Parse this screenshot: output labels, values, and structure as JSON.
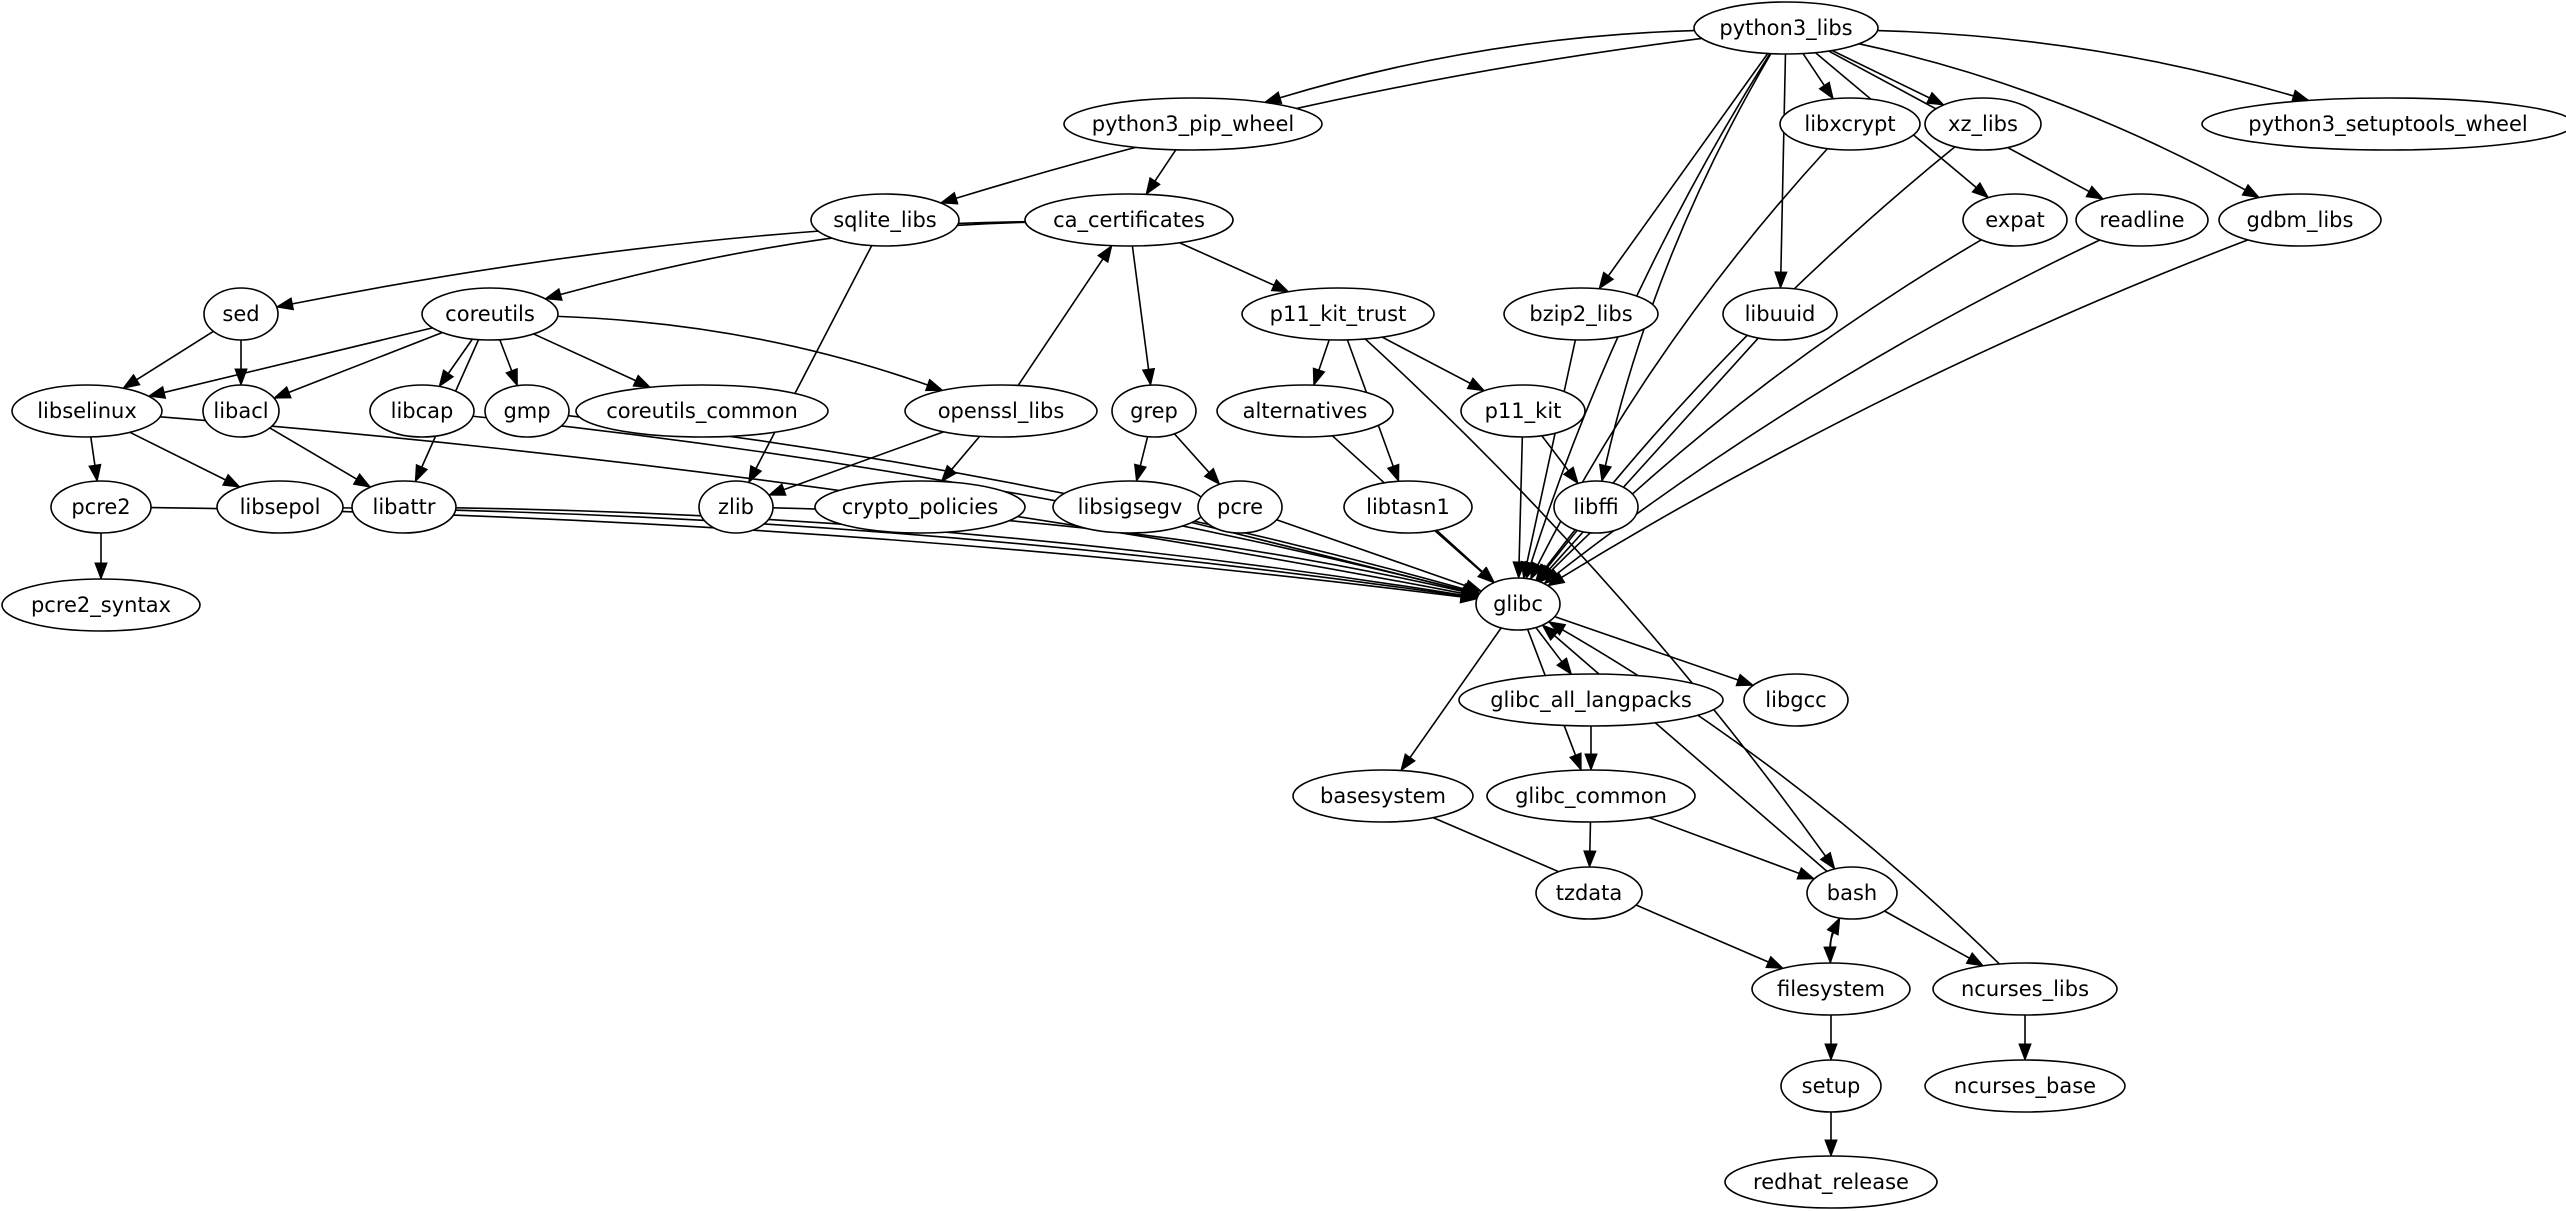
{
  "title": "Package dependency graph",
  "nodes": [
    {
      "id": "python3_libs",
      "label": "python3_libs"
    },
    {
      "id": "python3_pip_wheel",
      "label": "python3_pip_wheel"
    },
    {
      "id": "libxcrypt",
      "label": "libxcrypt"
    },
    {
      "id": "xz_libs",
      "label": "xz_libs"
    },
    {
      "id": "python3_setuptools_wheel",
      "label": "python3_setuptools_wheel"
    },
    {
      "id": "sqlite_libs",
      "label": "sqlite_libs"
    },
    {
      "id": "ca_certificates",
      "label": "ca_certificates"
    },
    {
      "id": "expat",
      "label": "expat"
    },
    {
      "id": "readline",
      "label": "readline"
    },
    {
      "id": "gdbm_libs",
      "label": "gdbm_libs"
    },
    {
      "id": "sed",
      "label": "sed"
    },
    {
      "id": "coreutils",
      "label": "coreutils"
    },
    {
      "id": "p11_kit_trust",
      "label": "p11_kit_trust"
    },
    {
      "id": "bzip2_libs",
      "label": "bzip2_libs"
    },
    {
      "id": "libuuid",
      "label": "libuuid"
    },
    {
      "id": "libselinux",
      "label": "libselinux"
    },
    {
      "id": "libacl",
      "label": "libacl"
    },
    {
      "id": "libcap",
      "label": "libcap"
    },
    {
      "id": "gmp",
      "label": "gmp"
    },
    {
      "id": "coreutils_common",
      "label": "coreutils_common"
    },
    {
      "id": "openssl_libs",
      "label": "openssl_libs"
    },
    {
      "id": "grep",
      "label": "grep"
    },
    {
      "id": "alternatives",
      "label": "alternatives"
    },
    {
      "id": "p11_kit",
      "label": "p11_kit"
    },
    {
      "id": "pcre2",
      "label": "pcre2"
    },
    {
      "id": "libsepol",
      "label": "libsepol"
    },
    {
      "id": "libattr",
      "label": "libattr"
    },
    {
      "id": "zlib",
      "label": "zlib"
    },
    {
      "id": "crypto_policies",
      "label": "crypto_policies"
    },
    {
      "id": "libsigsegv",
      "label": "libsigsegv"
    },
    {
      "id": "pcre",
      "label": "pcre"
    },
    {
      "id": "libtasn1",
      "label": "libtasn1"
    },
    {
      "id": "libffi",
      "label": "libffi"
    },
    {
      "id": "pcre2_syntax",
      "label": "pcre2_syntax"
    },
    {
      "id": "glibc",
      "label": "glibc"
    },
    {
      "id": "glibc_all_langpacks",
      "label": "glibc_all_langpacks"
    },
    {
      "id": "libgcc",
      "label": "libgcc"
    },
    {
      "id": "basesystem",
      "label": "basesystem"
    },
    {
      "id": "glibc_common",
      "label": "glibc_common"
    },
    {
      "id": "tzdata",
      "label": "tzdata"
    },
    {
      "id": "bash",
      "label": "bash"
    },
    {
      "id": "filesystem",
      "label": "filesystem"
    },
    {
      "id": "ncurses_libs",
      "label": "ncurses_libs"
    },
    {
      "id": "setup",
      "label": "setup"
    },
    {
      "id": "ncurses_base",
      "label": "ncurses_base"
    },
    {
      "id": "redhat_release",
      "label": "redhat_release"
    }
  ],
  "edges": [
    [
      "python3_libs",
      "python3_pip_wheel"
    ],
    [
      "python3_libs",
      "libxcrypt"
    ],
    [
      "python3_libs",
      "xz_libs"
    ],
    [
      "python3_libs",
      "python3_setuptools_wheel"
    ],
    [
      "python3_libs",
      "sqlite_libs"
    ],
    [
      "python3_libs",
      "expat"
    ],
    [
      "python3_libs",
      "readline"
    ],
    [
      "python3_libs",
      "gdbm_libs"
    ],
    [
      "python3_libs",
      "bzip2_libs"
    ],
    [
      "python3_libs",
      "libuuid"
    ],
    [
      "python3_libs",
      "libffi"
    ],
    [
      "python3_libs",
      "glibc"
    ],
    [
      "python3_pip_wheel",
      "ca_certificates"
    ],
    [
      "ca_certificates",
      "sed"
    ],
    [
      "ca_certificates",
      "coreutils"
    ],
    [
      "ca_certificates",
      "p11_kit_trust"
    ],
    [
      "ca_certificates",
      "grep"
    ],
    [
      "openssl_libs",
      "ca_certificates"
    ],
    [
      "sqlite_libs",
      "zlib"
    ],
    [
      "sed",
      "libselinux"
    ],
    [
      "sed",
      "libacl"
    ],
    [
      "coreutils",
      "libselinux"
    ],
    [
      "coreutils",
      "libacl"
    ],
    [
      "coreutils",
      "libattr"
    ],
    [
      "coreutils",
      "libcap"
    ],
    [
      "coreutils",
      "gmp"
    ],
    [
      "coreutils",
      "coreutils_common"
    ],
    [
      "coreutils",
      "openssl_libs"
    ],
    [
      "libselinux",
      "pcre2"
    ],
    [
      "libselinux",
      "libsepol"
    ],
    [
      "libselinux",
      "glibc"
    ],
    [
      "libacl",
      "libattr"
    ],
    [
      "pcre2",
      "pcre2_syntax"
    ],
    [
      "pcre2",
      "glibc"
    ],
    [
      "libsepol",
      "glibc"
    ],
    [
      "libattr",
      "glibc"
    ],
    [
      "libcap",
      "glibc"
    ],
    [
      "gmp",
      "glibc"
    ],
    [
      "zlib",
      "glibc"
    ],
    [
      "openssl_libs",
      "zlib"
    ],
    [
      "openssl_libs",
      "crypto_policies"
    ],
    [
      "grep",
      "libsigsegv"
    ],
    [
      "grep",
      "pcre"
    ],
    [
      "libsigsegv",
      "glibc"
    ],
    [
      "pcre",
      "glibc"
    ],
    [
      "p11_kit_trust",
      "alternatives"
    ],
    [
      "p11_kit_trust",
      "libtasn1"
    ],
    [
      "p11_kit_trust",
      "p11_kit"
    ],
    [
      "p11_kit_trust",
      "bash"
    ],
    [
      "alternatives",
      "glibc"
    ],
    [
      "libtasn1",
      "glibc"
    ],
    [
      "p11_kit",
      "glibc"
    ],
    [
      "p11_kit",
      "libffi"
    ],
    [
      "libffi",
      "glibc"
    ],
    [
      "bzip2_libs",
      "glibc"
    ],
    [
      "libuuid",
      "glibc"
    ],
    [
      "libxcrypt",
      "glibc"
    ],
    [
      "xz_libs",
      "glibc"
    ],
    [
      "expat",
      "glibc"
    ],
    [
      "readline",
      "glibc"
    ],
    [
      "gdbm_libs",
      "glibc"
    ],
    [
      "glibc",
      "glibc_all_langpacks"
    ],
    [
      "glibc",
      "libgcc"
    ],
    [
      "glibc",
      "basesystem"
    ],
    [
      "glibc",
      "glibc_common"
    ],
    [
      "glibc_all_langpacks",
      "glibc_common"
    ],
    [
      "glibc_common",
      "tzdata"
    ],
    [
      "glibc_common",
      "bash"
    ],
    [
      "bash",
      "glibc"
    ],
    [
      "bash",
      "filesystem"
    ],
    [
      "bash",
      "ncurses_libs"
    ],
    [
      "filesystem",
      "bash"
    ],
    [
      "basesystem",
      "filesystem"
    ],
    [
      "ncurses_libs",
      "glibc"
    ],
    [
      "ncurses_libs",
      "ncurses_base"
    ],
    [
      "filesystem",
      "setup"
    ],
    [
      "setup",
      "redhat_release"
    ]
  ]
}
